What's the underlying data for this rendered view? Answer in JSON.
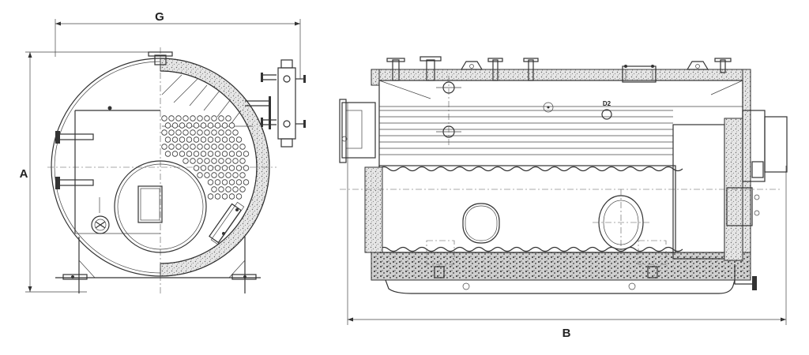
{
  "dimensions": {
    "width_label": "G",
    "height_label": "A",
    "length_label": "B"
  },
  "annotations": {
    "nozzle_tag": "D2"
  },
  "colors": {
    "line": "#333333",
    "insulation_fill": "#dcdcdc",
    "background": "#ffffff"
  }
}
